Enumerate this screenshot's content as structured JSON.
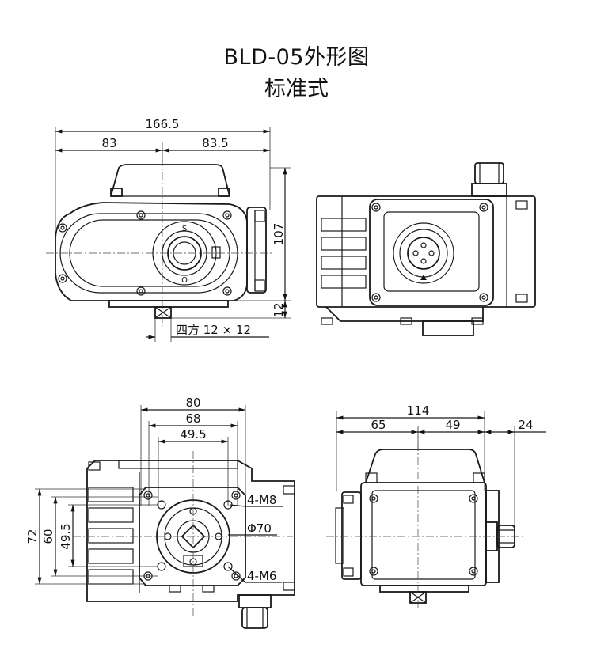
{
  "title": {
    "line1": "BLD-05外形图",
    "line2": "标准式"
  },
  "front_view": {
    "dim_total_width": "166.5",
    "dim_left_width": "83",
    "dim_right_width": "83.5",
    "dim_height": "107",
    "dim_shaft_height": "12",
    "dim_square_drive": "四方 12 × 12",
    "dial_mark_top": "S",
    "dial_mark_bottom": "O"
  },
  "bottom_view": {
    "dim_80": "80",
    "dim_68": "68",
    "dim_49_5_h": "49.5",
    "dim_72": "72",
    "dim_60": "60",
    "dim_49_5_v": "49.5",
    "label_4m8": "4-M8",
    "label_phi70": "Φ70",
    "label_4m6": "4-M6"
  },
  "side_view_right": {
    "dim_114": "114",
    "dim_65": "65",
    "dim_49": "49",
    "dim_24": "24"
  }
}
